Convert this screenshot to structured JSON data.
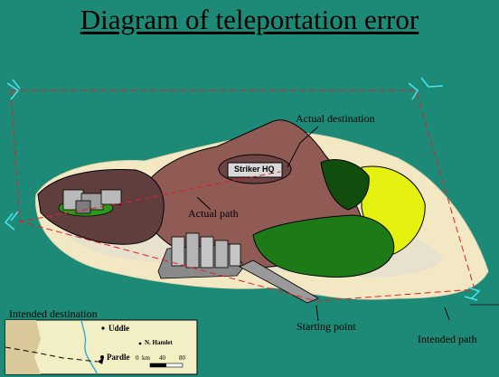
{
  "title": "Diagram of teleportation error",
  "labels": {
    "actual_destination": "Actual destination",
    "actual_path": "Actual path",
    "starting_point": "Starting point",
    "intended_path": "Intended path",
    "intended_destination": "Intended destination",
    "striker_hq": "Striker HQ"
  },
  "inset_map": {
    "places": [
      "Uddle",
      "N. Hamlet",
      "Pardle"
    ],
    "scale_unit": "km",
    "scale_ticks": [
      "0",
      "40",
      "80"
    ]
  },
  "colors": {
    "background": "#1d8a78",
    "sand": "#f2e9c4",
    "mountain": "#915b55",
    "mountain_dark": "#613e3e",
    "forest": "#1e7a16",
    "yellow_field": "#e5f20f",
    "intended_path": "#e0202a",
    "actual_path": "#e0202a",
    "corner_marks": "#48e6ee"
  }
}
